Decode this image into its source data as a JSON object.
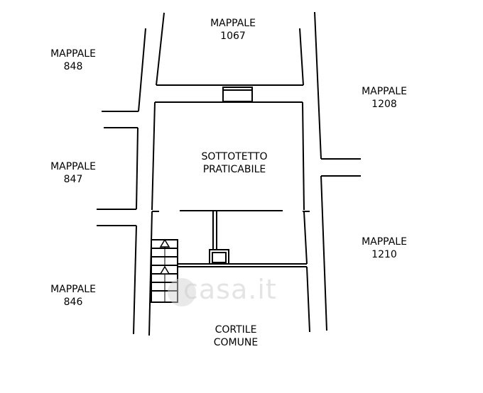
{
  "labels": {
    "mappale_1067": {
      "name": "MAPPALE",
      "num": "1067"
    },
    "mappale_848": {
      "name": "MAPPALE",
      "num": "848"
    },
    "mappale_1208": {
      "name": "MAPPALE",
      "num": "1208"
    },
    "mappale_847": {
      "name": "MAPPALE",
      "num": "847"
    },
    "mappale_1210": {
      "name": "MAPPALE",
      "num": "1210"
    },
    "mappale_846": {
      "name": "MAPPALE",
      "num": "846"
    },
    "room": {
      "line1": "SOTTOTETTO",
      "line2": "PRATICABILE"
    },
    "courtyard": {
      "line1": "CORTILE",
      "line2": "COMUNE"
    }
  },
  "watermark": "casa.it",
  "colors": {
    "line": "#000000",
    "background": "#ffffff",
    "watermark": "#cfcfcf"
  }
}
